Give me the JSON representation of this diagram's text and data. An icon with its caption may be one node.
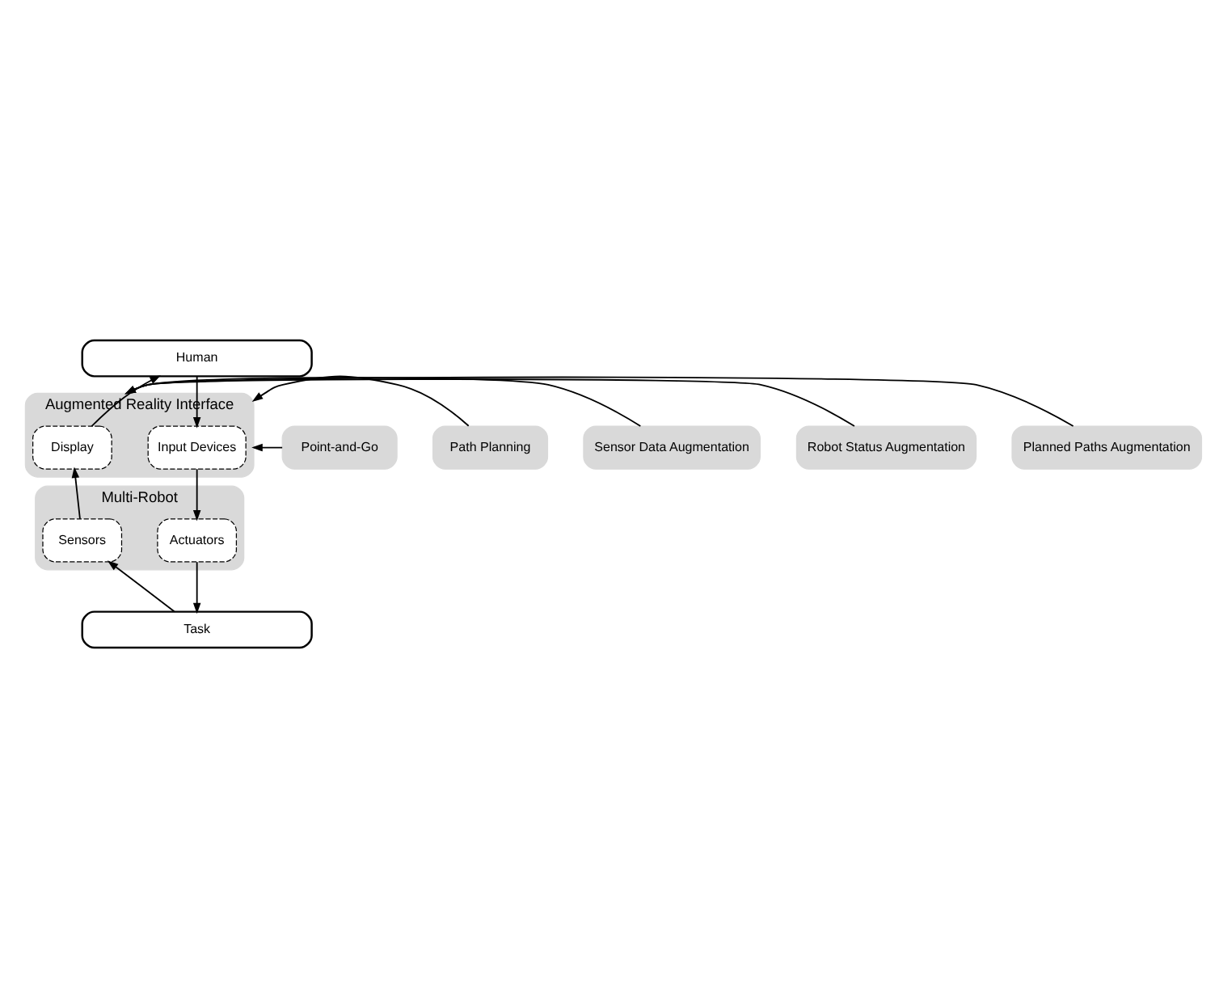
{
  "diagram": {
    "nodes": [
      {
        "text": [
          "Human"
        ]
      },
      {
        "text": [
          "Point-and-Go"
        ]
      },
      {
        "text": [
          "Path Planning"
        ]
      },
      {
        "text": [
          "Augmented Reality Interface"
        ]
      },
      {
        "text": [
          "Input Devices"
        ],
        "in": 3
      },
      {
        "text": [
          "Display"
        ],
        "in": 3
      },
      {
        "text": [
          "Sensor Data Augmentation"
        ]
      },
      {
        "text": [
          "Robot Status Augmentation"
        ]
      },
      {
        "text": [
          "Planned Paths Augmentation"
        ]
      },
      {
        "text": [
          "Multi-Robot"
        ]
      },
      {
        "text": [
          "Actuators"
        ],
        "in": 9
      },
      {
        "text": [
          "Sensors"
        ],
        "in": 9
      },
      {
        "text": [
          "Task"
        ]
      }
    ],
    "edges": [
      {
        "from": 0,
        "to": 4,
        "arrow": "to"
      },
      {
        "from": 5,
        "to": 0,
        "arrow": "to"
      },
      {
        "from": 1,
        "to": 3,
        "arrow": "to"
      },
      {
        "from": 2,
        "to": 3,
        "arrow": "to"
      },
      {
        "from": 6,
        "to": 3,
        "arrow": "to"
      },
      {
        "from": 7,
        "to": 3,
        "arrow": "to"
      },
      {
        "from": 8,
        "to": 3,
        "arrow": "to"
      },
      {
        "from": 4,
        "to": 10,
        "arrow": "to"
      },
      {
        "from": 11,
        "to": 5,
        "arrow": "to"
      },
      {
        "from": 10,
        "to": 12,
        "arrow": "to"
      },
      {
        "from": 12,
        "to": 11,
        "arrow": "to"
      }
    ]
  }
}
